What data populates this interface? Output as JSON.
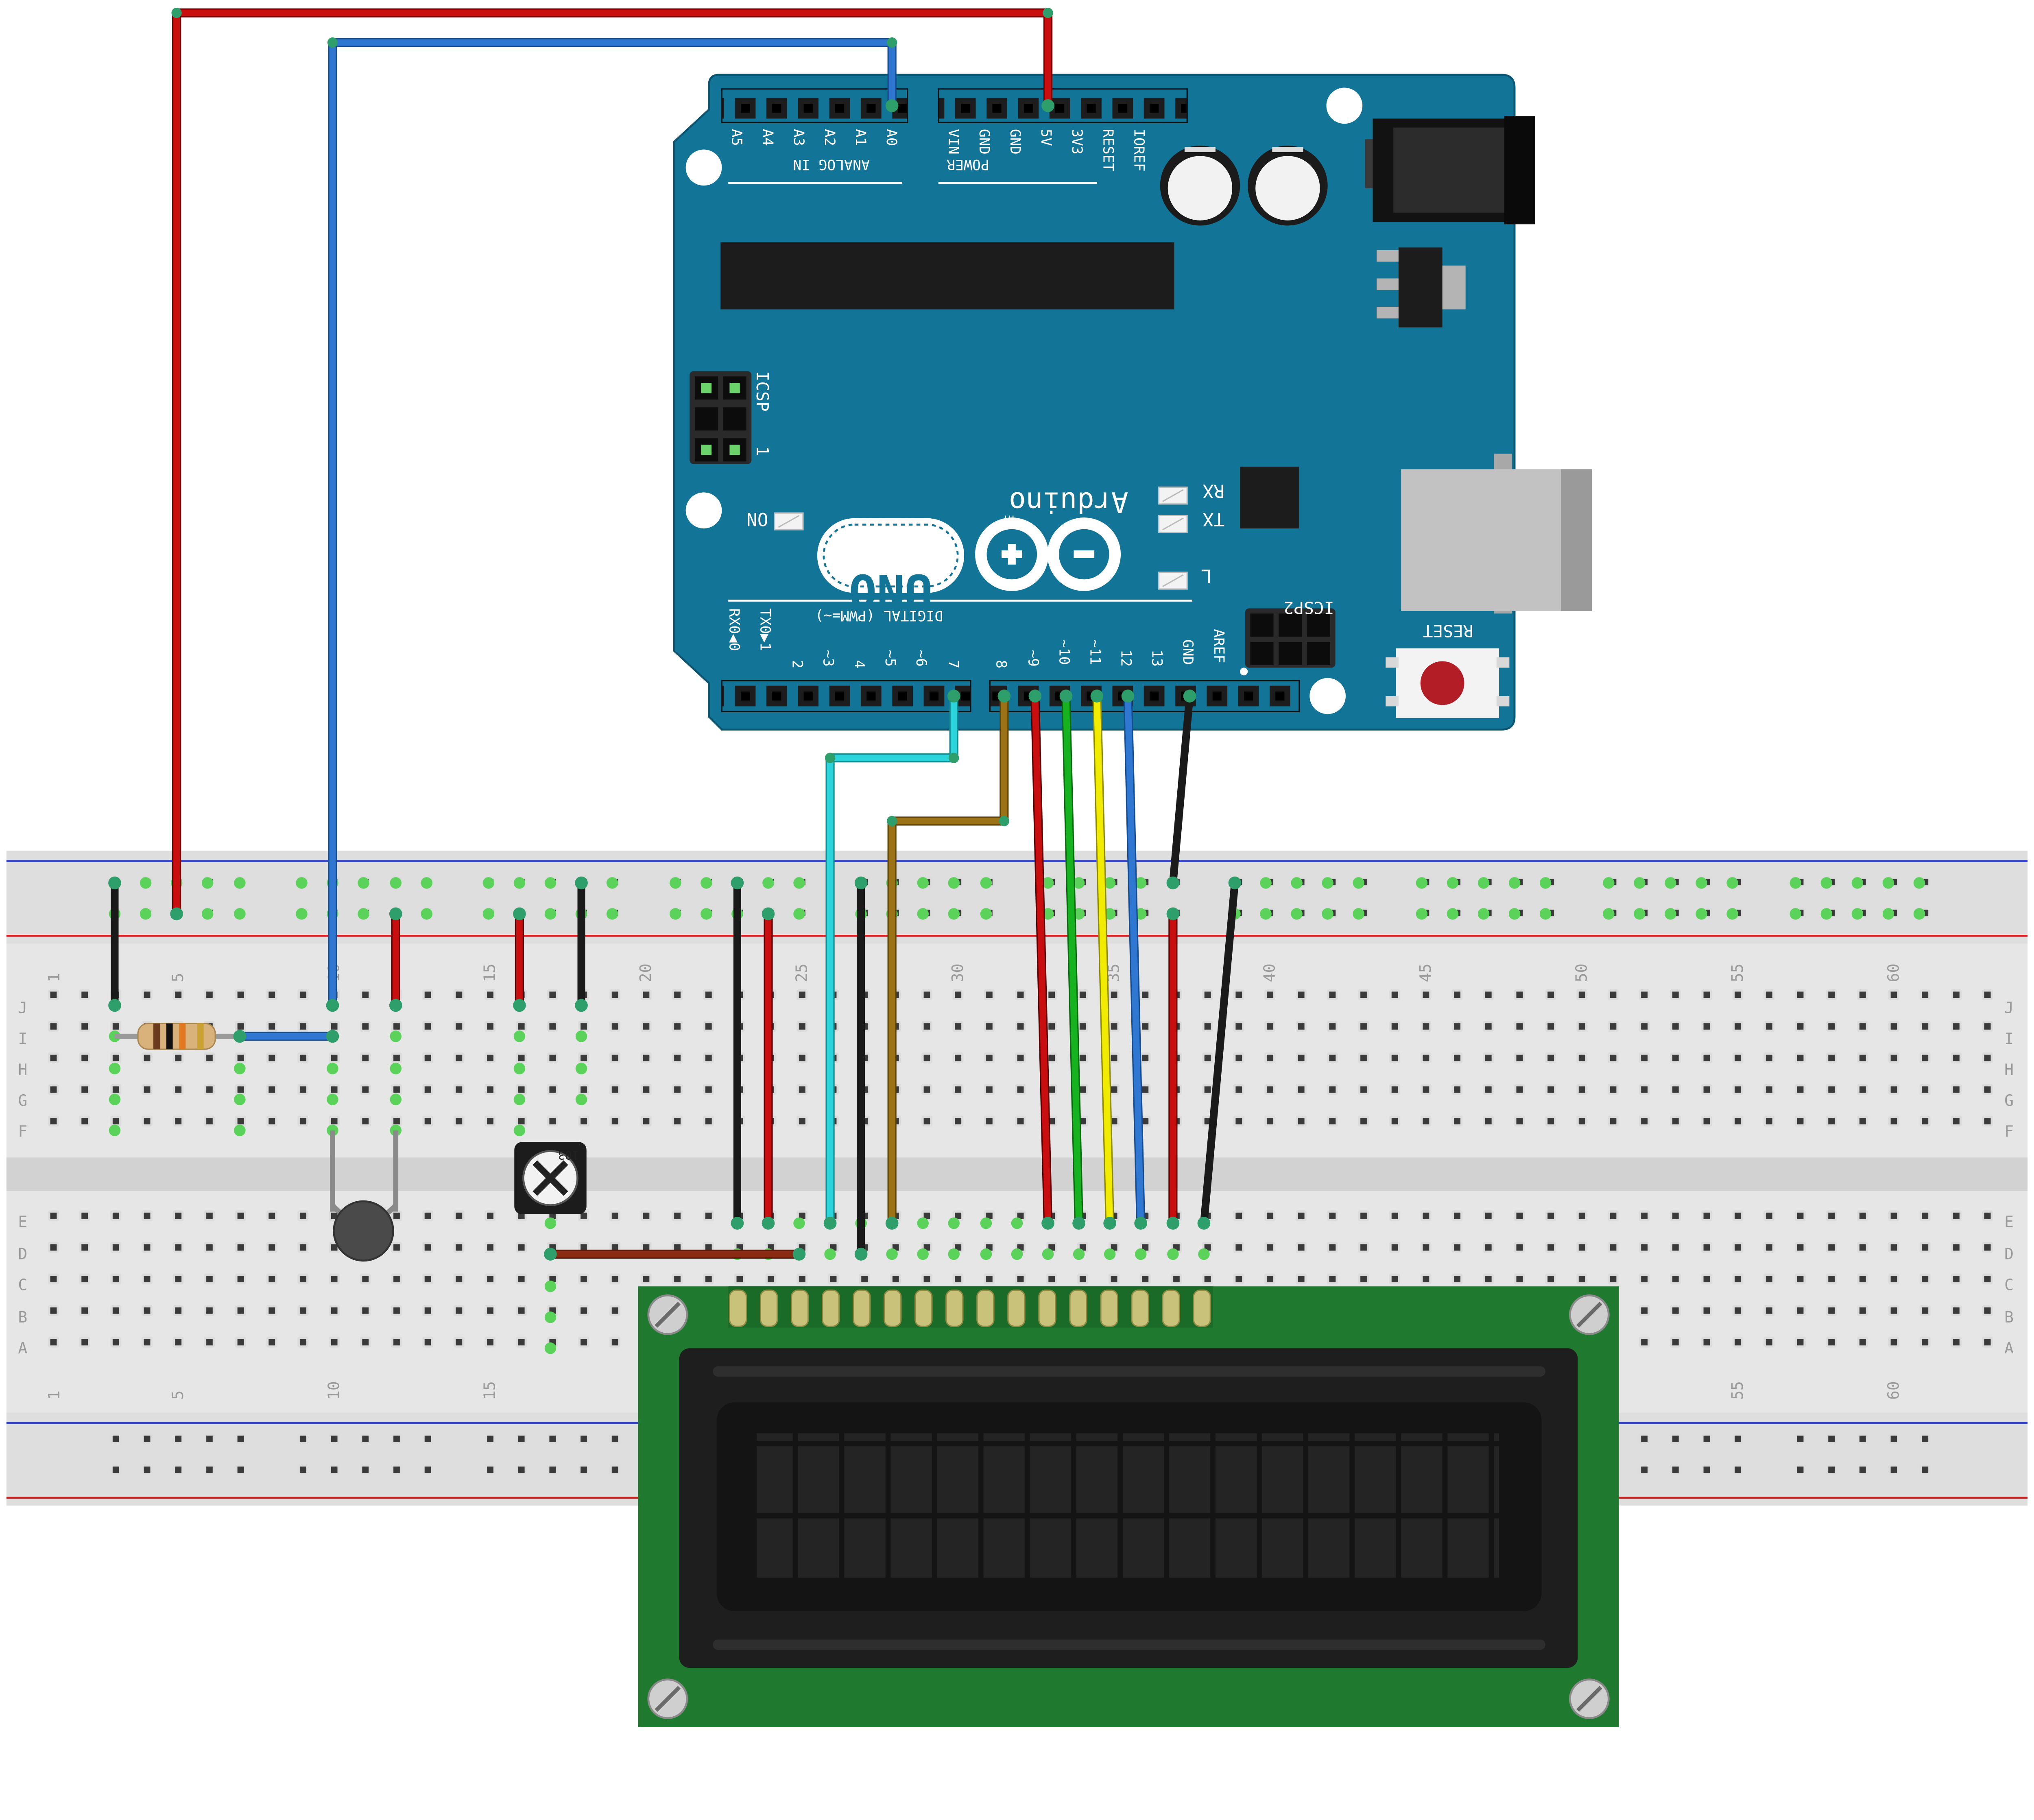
{
  "arduino": {
    "brand": "Arduino",
    "tm": "TM",
    "model": "UNO",
    "board_color": "#127496",
    "analog_header_label": "ANALOG IN",
    "power_header_label": "POWER",
    "digital_header_label": "DIGITAL (PWM=~)",
    "analog_pins": [
      "A5",
      "A4",
      "A3",
      "A2",
      "A1",
      "A0"
    ],
    "power_pins": [
      "VIN",
      "GND",
      "GND",
      "5V",
      "3V3",
      "RESET",
      "IOREF"
    ],
    "digital_pins_low": [
      "RX0◀0",
      "TX0▶1",
      "2",
      "~3",
      "4",
      "~5",
      "~6",
      "7"
    ],
    "digital_pins_high": [
      "8",
      "~9",
      "~10",
      "~11",
      "12",
      "13",
      "GND",
      "AREF"
    ],
    "icsp_label": "ICSP",
    "icsp_pin1": "1",
    "icsp2_label": "ICSP2",
    "on_label": "ON",
    "rx_label": "RX",
    "tx_label": "TX",
    "l_label": "L",
    "reset_label": "RESET"
  },
  "breadboard": {
    "row_letters_top": [
      "J",
      "I",
      "H",
      "G",
      "F"
    ],
    "row_letters_bottom": [
      "E",
      "D",
      "C",
      "B",
      "A"
    ],
    "column_numbers_top": [
      "1",
      "5",
      "10",
      "15",
      "20",
      "25",
      "30",
      "35",
      "40",
      "45",
      "50",
      "55",
      "60"
    ],
    "column_numbers_bottom": [
      "1",
      "5",
      "10",
      "15",
      "55",
      "60"
    ]
  },
  "potentiometer": {
    "label": "103"
  },
  "wire_colors": {
    "red": "#c80e0e",
    "blue": "#2f77d0",
    "black": "#1a1a1a",
    "cyan": "#2ad4da",
    "brown": "#9b7215",
    "green": "#17b21f",
    "yellow": "#f0eb00",
    "dark_red": "#8b2a12"
  }
}
